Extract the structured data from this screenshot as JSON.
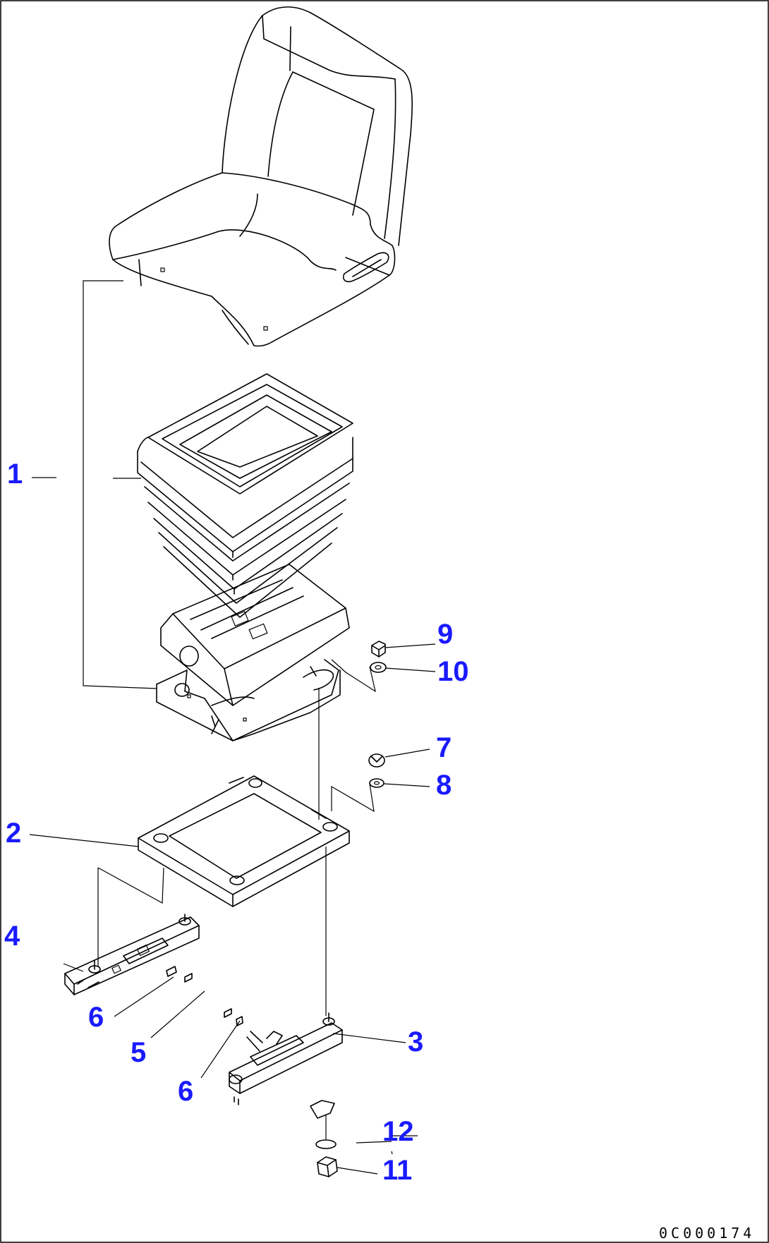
{
  "drawing_code": "0C000174",
  "callouts": {
    "c1": "1",
    "c2": "2",
    "c3": "3",
    "c4": "4",
    "c5": "5",
    "c6a": "6",
    "c6b": "6",
    "c7": "7",
    "c8": "8",
    "c9": "9",
    "c10": "10",
    "c11": "11",
    "c12": "12"
  },
  "colors": {
    "callout": "#1a1aff",
    "line": "#000000",
    "background": "#ffffff"
  }
}
